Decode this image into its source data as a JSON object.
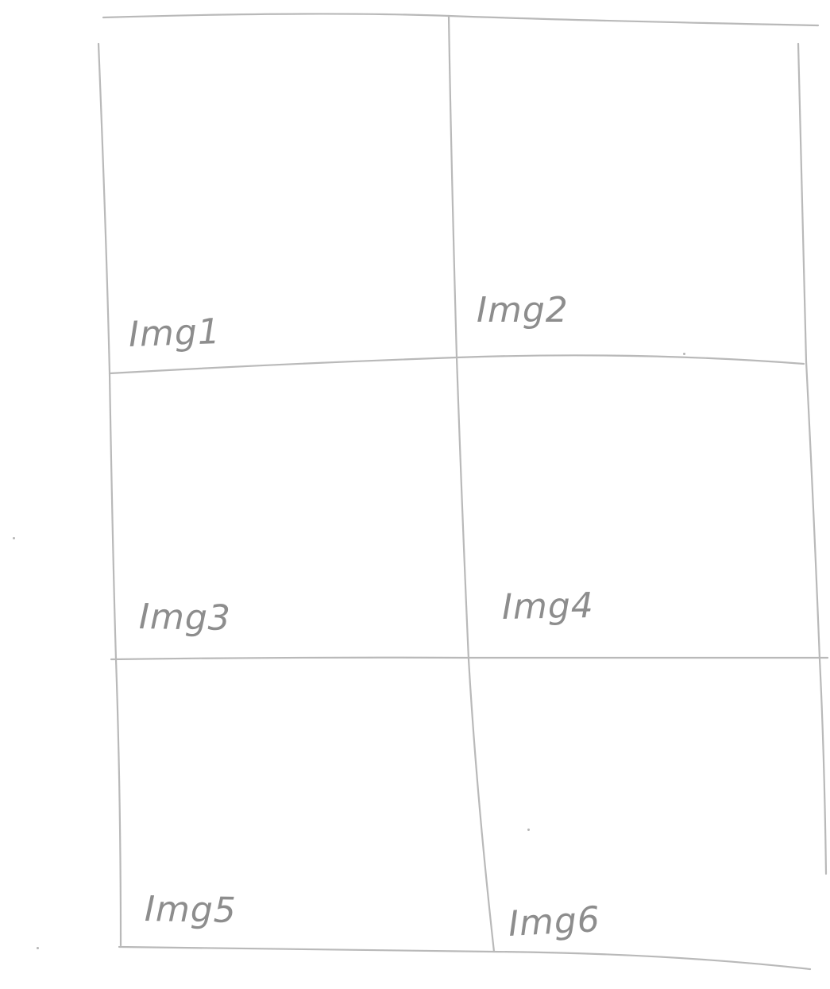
{
  "sketch": {
    "cells": [
      {
        "label": "Img1"
      },
      {
        "label": "Img2"
      },
      {
        "label": "Img3"
      },
      {
        "label": "Img4"
      },
      {
        "label": "Img5"
      },
      {
        "label": "Img6"
      }
    ]
  },
  "colors": {
    "pencil_line": "#b9b9b9",
    "pencil_text": "#8d8d8d",
    "paper": "#ffffff"
  }
}
